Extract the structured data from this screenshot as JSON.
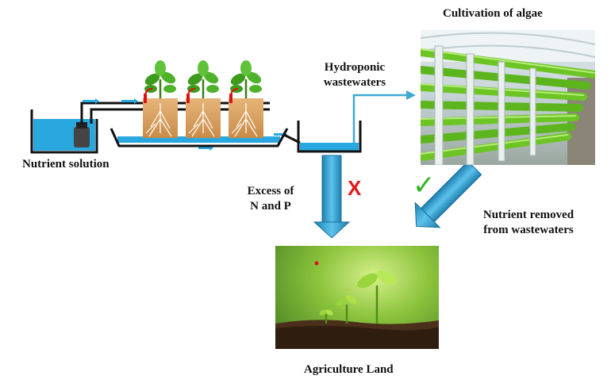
{
  "labels": {
    "cultivation": "Cultivation of algae",
    "hydroponic_line1": "Hydroponic",
    "hydroponic_line2": "wastewaters",
    "nutrient_solution": "Nutrient solution",
    "excess_line1": "Excess of",
    "excess_line2": "N and P",
    "removed_line1": "Nutrient removed",
    "removed_line2": "from wastewaters",
    "agriculture": "Agriculture Land"
  },
  "marks": {
    "cross": "X",
    "check": "✓"
  },
  "colors": {
    "water": "#29a8e0",
    "arrow_blue": "#3fa9d6",
    "cross_red": "#e3181b",
    "check_green": "#2fb51f",
    "tube_green": "#5ec21c"
  }
}
